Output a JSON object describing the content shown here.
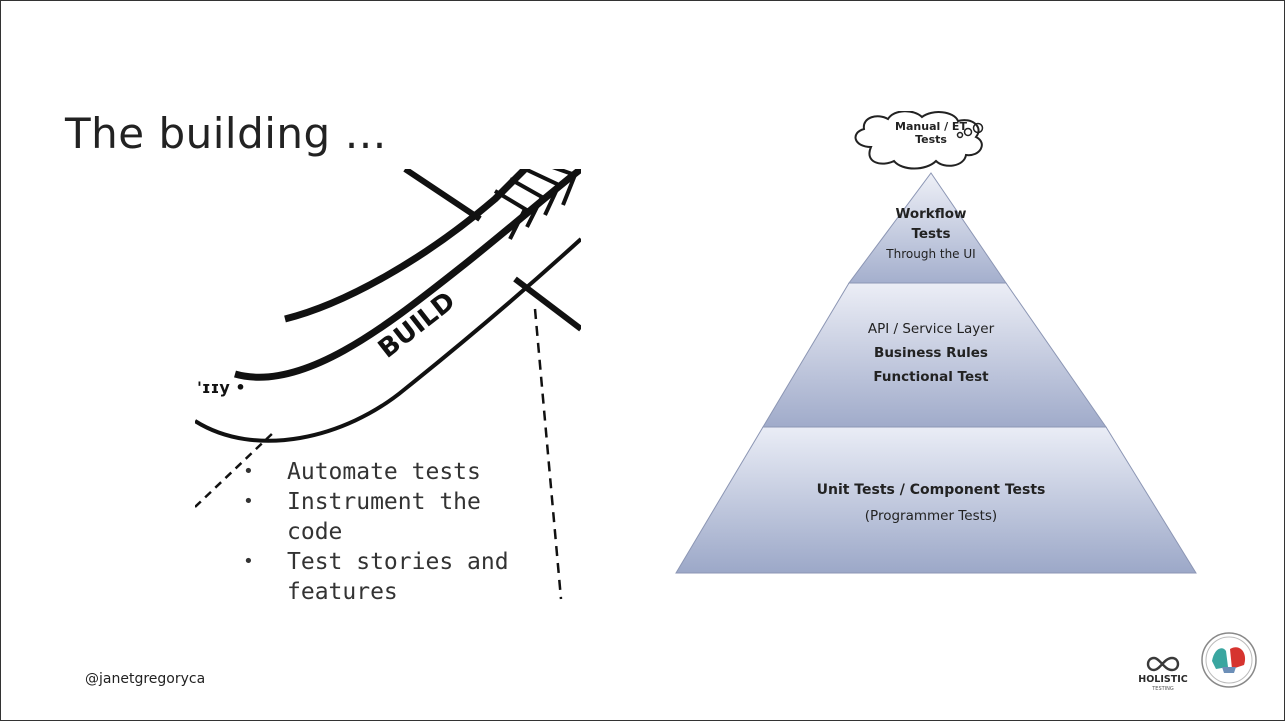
{
  "slide": {
    "title": "The building …",
    "build_word": "BUILD",
    "bullets": [
      "Automate tests",
      "Instrument the code",
      "Test stories and features"
    ],
    "pyramid": {
      "cloud_line1": "Manual / ET",
      "cloud_line2": "Tests",
      "top_line1": "Workflow",
      "top_line2": "Tests",
      "top_line3": "Through the UI",
      "middle_line1": "API / Service Layer",
      "middle_line2": "Business Rules",
      "middle_line3": "Functional Test",
      "bottom_line1": "Unit Tests / Component Tests",
      "bottom_line2": "(Programmer Tests)"
    },
    "footer_handle": "@janetgregoryca",
    "logo_holistic_text": "HOLISTIC",
    "logo_holistic_sub": "TESTING",
    "colors": {
      "pyramid_light": "#e6e9f3",
      "pyramid_dark": "#9aa6c8",
      "pyramid_edge": "#8c96b4",
      "logo_red": "#d6342f",
      "logo_teal": "#3aa6a0"
    }
  }
}
